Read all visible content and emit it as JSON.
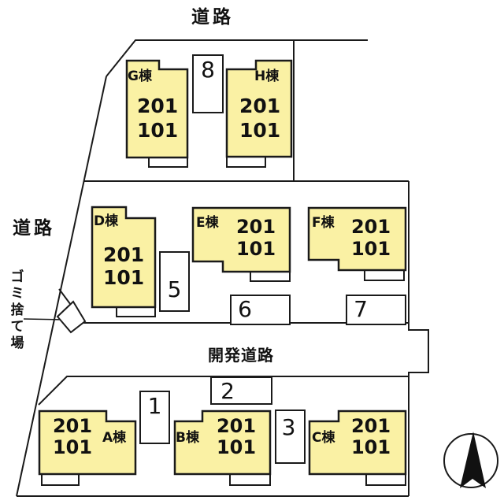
{
  "roads": {
    "top_label": "道路",
    "left_label": "道路",
    "development_label": "開発道路"
  },
  "garbage_area_label": "ゴミ捨て場",
  "buildings": [
    {
      "id": "A",
      "label": "A棟",
      "units": [
        "201",
        "101"
      ]
    },
    {
      "id": "B",
      "label": "B棟",
      "units": [
        "201",
        "101"
      ]
    },
    {
      "id": "C",
      "label": "C棟",
      "units": [
        "201",
        "101"
      ]
    },
    {
      "id": "D",
      "label": "D棟",
      "units": [
        "201",
        "101"
      ]
    },
    {
      "id": "E",
      "label": "E棟",
      "units": [
        "201",
        "101"
      ]
    },
    {
      "id": "F",
      "label": "F棟",
      "units": [
        "201",
        "101"
      ]
    },
    {
      "id": "G",
      "label": "G棟",
      "units": [
        "201",
        "101"
      ]
    },
    {
      "id": "H",
      "label": "H棟",
      "units": [
        "201",
        "101"
      ]
    }
  ],
  "parking_spots": [
    {
      "number": "1"
    },
    {
      "number": "2"
    },
    {
      "number": "3"
    },
    {
      "number": "5"
    },
    {
      "number": "6"
    },
    {
      "number": "7"
    },
    {
      "number": "8"
    }
  ],
  "compass": {
    "icon": "north-arrow-icon",
    "points": "N"
  },
  "colors": {
    "building_fill": "#FAF1A4",
    "outline": "#1a1a1a",
    "background": "#ffffff"
  }
}
